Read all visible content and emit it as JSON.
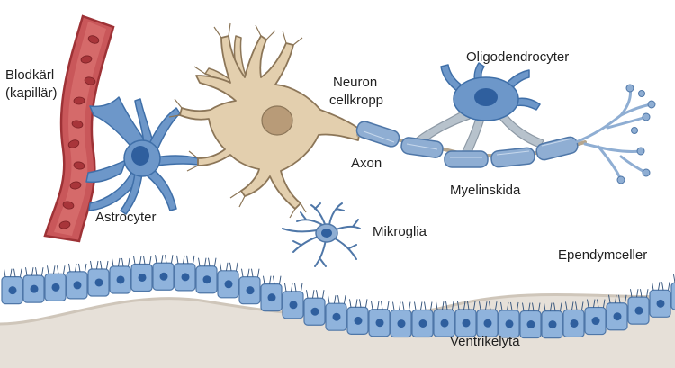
{
  "labels": {
    "blood_vessel_line1": "Blodkärl",
    "blood_vessel_line2": "(kapillär)",
    "astrocyte": "Astrocyter",
    "neuron_line1": "Neuron",
    "neuron_line2": "cellkropp",
    "axon": "Axon",
    "oligodendrocyte": "Oligodendrocyter",
    "myelin": "Myelinskida",
    "microglia": "Mikroglia",
    "ependymal": "Ependymceller",
    "ventricle": "Ventrikelyta"
  },
  "colors": {
    "vessel": "#c9575a",
    "vessel_dark": "#9e3236",
    "blood_cell": "#a8353a",
    "glia_blue": "#6d97c9",
    "glia_dark": "#3f6fa8",
    "nucleus_blue": "#2f5f9e",
    "neuron_body": "#e3cfae",
    "neuron_outline": "#8c7658",
    "neuron_nucleus": "#b89b78",
    "myelin": "#8faed3",
    "ependymal_cell": "#8fb3dc",
    "ventricle_fill": "#e6e0d8"
  }
}
